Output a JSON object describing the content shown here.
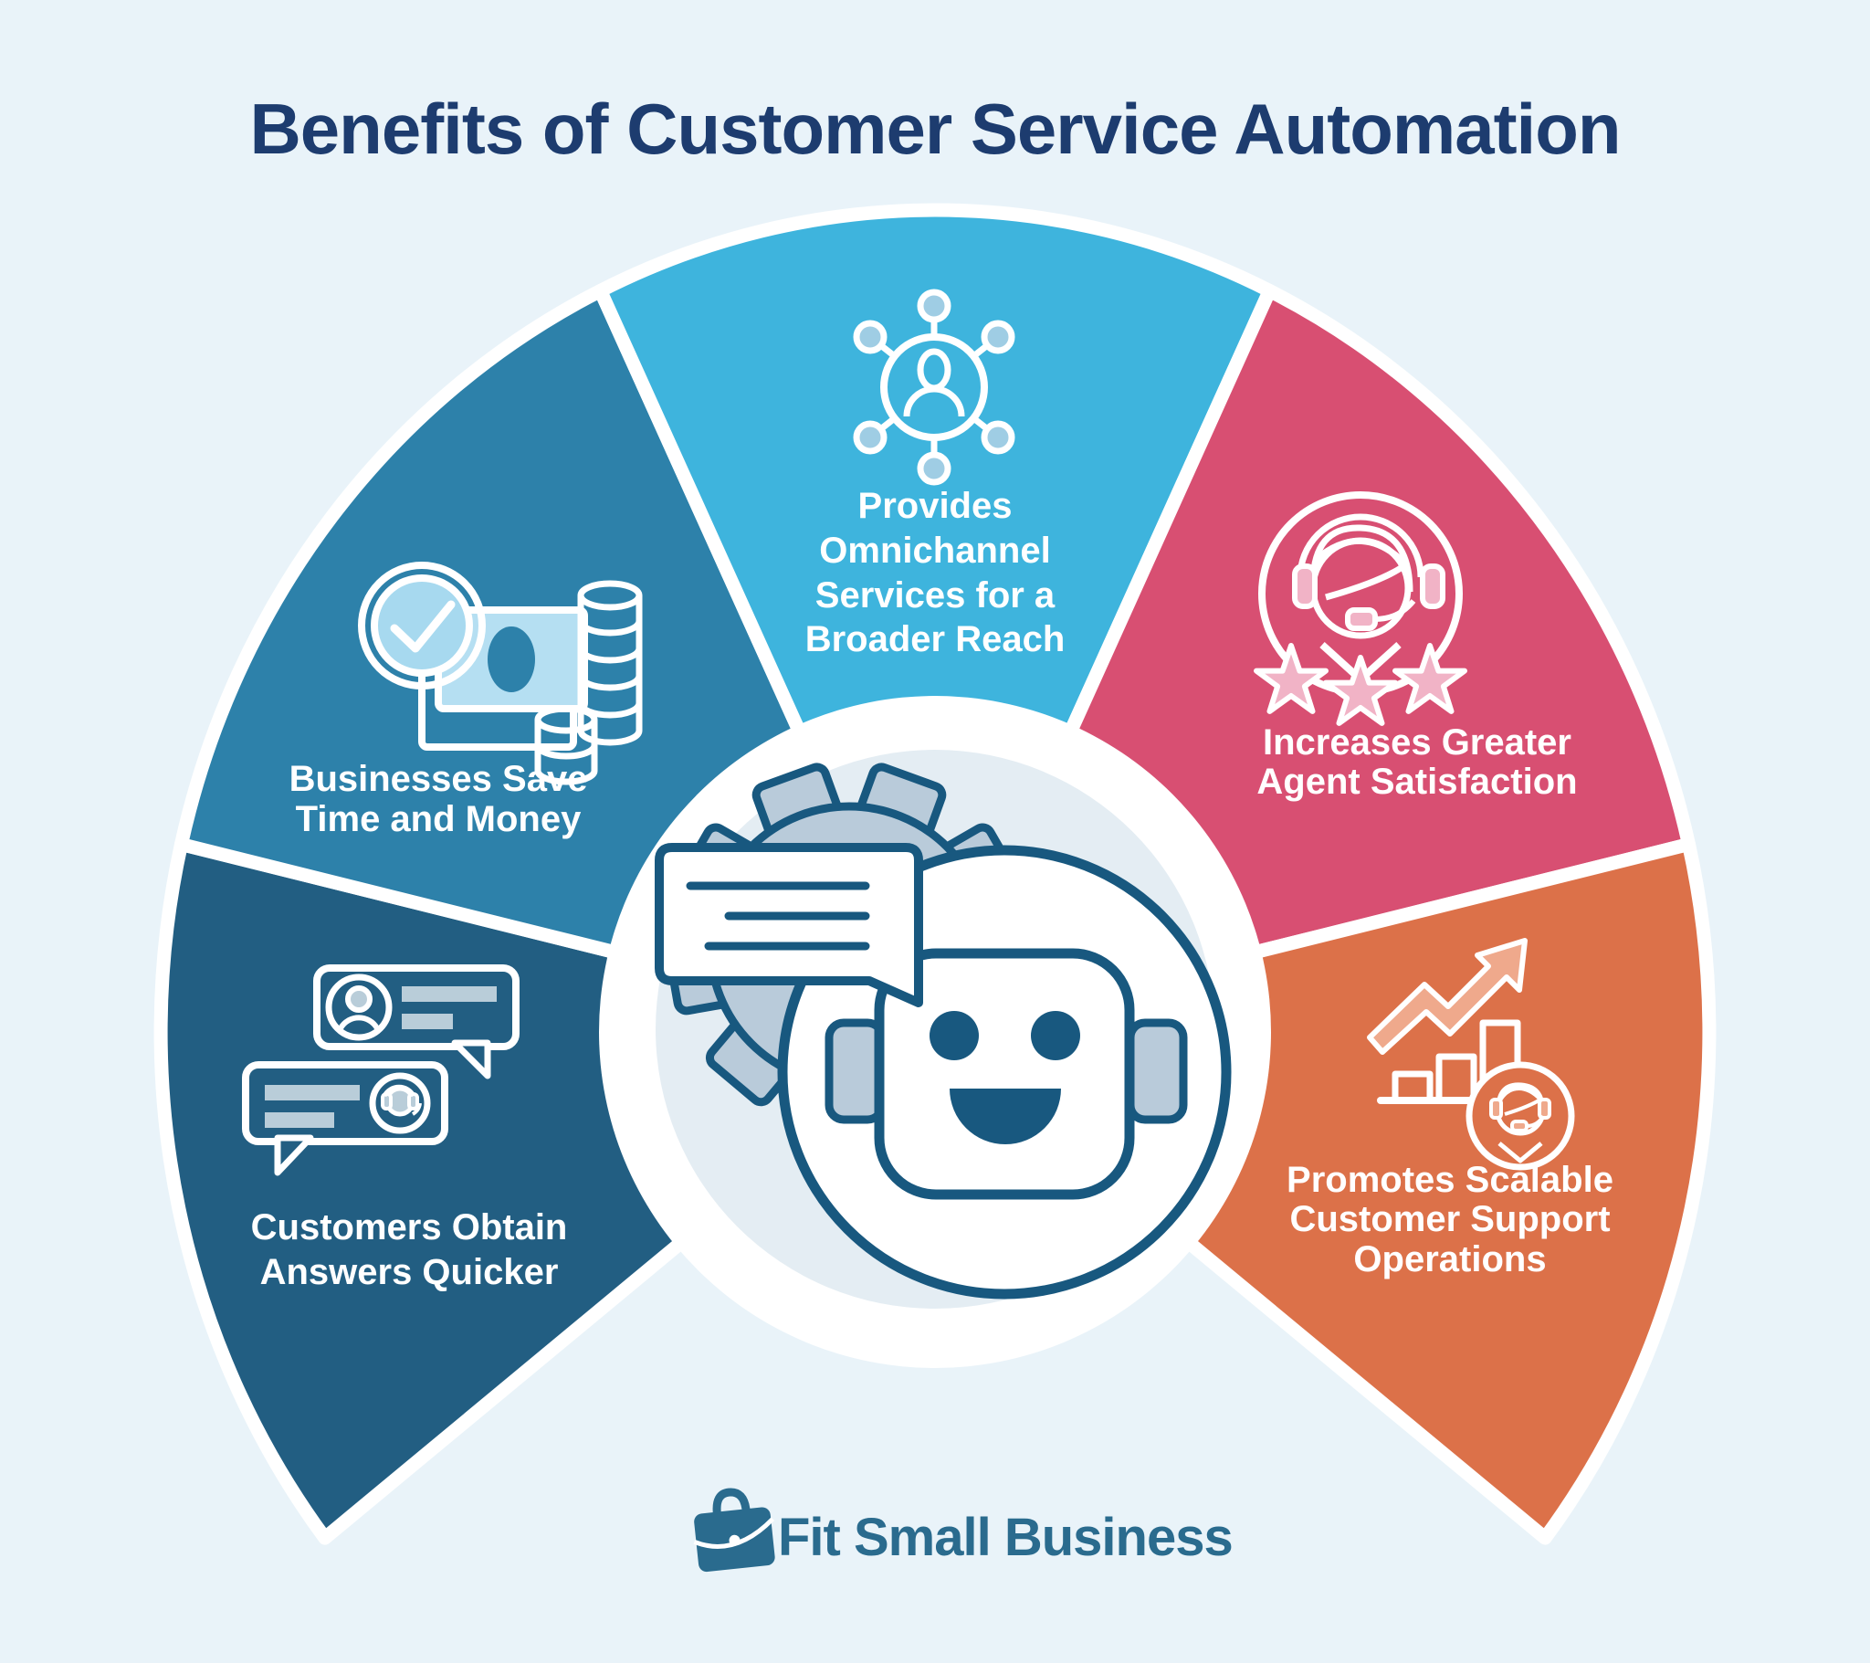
{
  "title": "Benefits of Customer Service Automation",
  "brand": {
    "name": "Fit Small Business"
  },
  "center_illustration": "chatbot-head-with-gear-and-speech-bubble",
  "segments": [
    {
      "id": "customers-obtain-answers",
      "label": "Customers Obtain Answers Quicker",
      "lines": [
        "Customers Obtain",
        "Answers Quicker"
      ],
      "color": "#225e82",
      "icon": "chat-conversation-icon"
    },
    {
      "id": "businesses-save",
      "label": "Businesses Save Time and Money",
      "lines": [
        "Businesses Save",
        "Time and Money"
      ],
      "color": "#2d81aa",
      "icon": "time-money-icon"
    },
    {
      "id": "omnichannel-services",
      "label": "Provides Omnichannel Services for a Broader Reach",
      "lines": [
        "Provides",
        "Omnichannel",
        "Services for a",
        "Broader Reach"
      ],
      "color": "#3eb4dd",
      "icon": "omnichannel-network-icon"
    },
    {
      "id": "agent-satisfaction",
      "label": "Increases Greater Agent Satisfaction",
      "lines": [
        "Increases Greater",
        "Agent Satisfaction"
      ],
      "color": "#d84f72",
      "icon": "agent-stars-icon"
    },
    {
      "id": "scalable-support",
      "label": "Promotes Scalable Customer Support Operations",
      "lines": [
        "Promotes Scalable",
        "Customer Support",
        "Operations"
      ],
      "color": "#dc7149",
      "icon": "growth-agent-icon"
    }
  ],
  "colors": {
    "background": "#e9f3f9",
    "title": "#1d3c6f",
    "outline": "#18587f",
    "hub_white": "#ffffff",
    "inner_circle": "#e4edf3",
    "gear_fill": "#b9cbda",
    "icon_light_blue": "#a7d9ef",
    "icon_bill": "#b5dff2",
    "icon_satellite": "#9fcde4",
    "icon_pink": "#f1b3c6",
    "icon_peach": "#efa98c",
    "icon_gray_blue": "#b9cdd9",
    "logo": "#2a6b8e"
  }
}
